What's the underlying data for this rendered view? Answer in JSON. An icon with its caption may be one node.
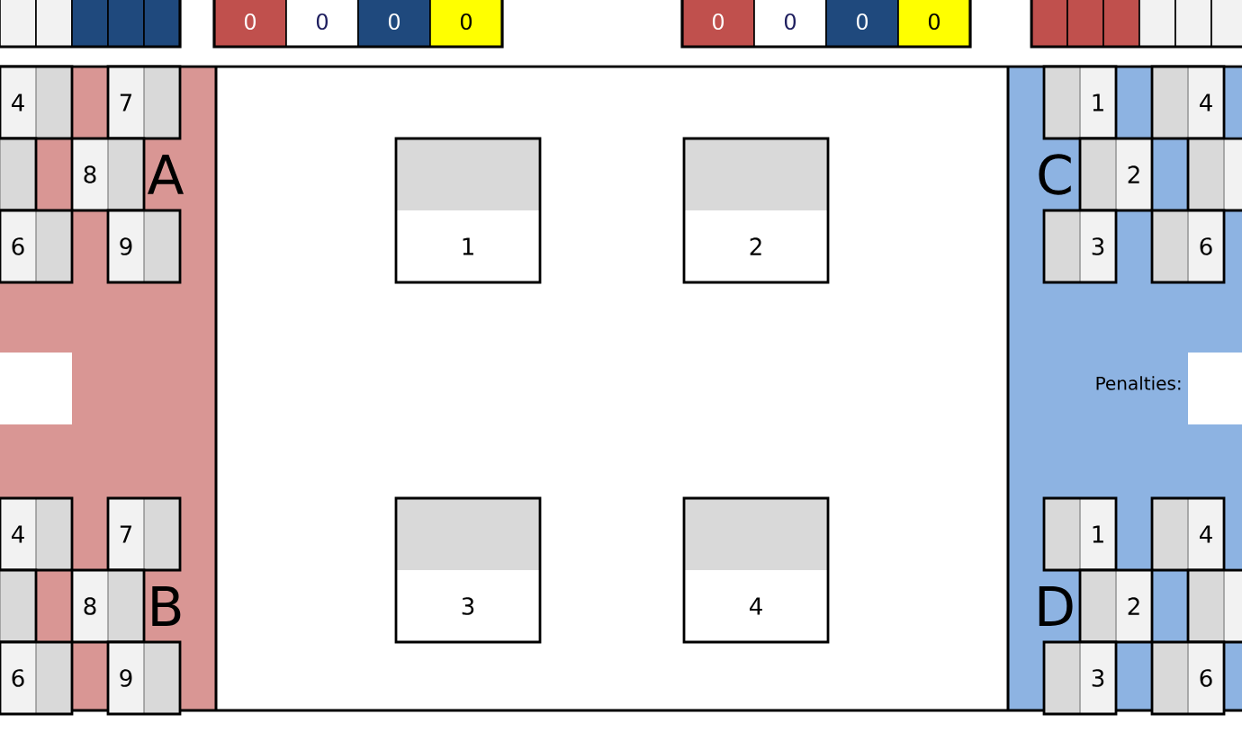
{
  "diagram": {
    "nodes": [
      {
        "text": [],
        "shape": "box"
      },
      {
        "text": [],
        "shape": "box"
      },
      {
        "text": [],
        "shape": "box"
      },
      {
        "text": [],
        "shape": "box"
      },
      {
        "text": [],
        "shape": "box"
      },
      {
        "text": [
          "0"
        ]
      },
      {
        "text": [
          "0"
        ]
      },
      {
        "text": [
          "0"
        ]
      },
      {
        "text": [
          "0"
        ]
      },
      {
        "text": [
          "0"
        ]
      },
      {
        "text": [
          "0"
        ]
      },
      {
        "text": [
          "0"
        ]
      },
      {
        "text": [
          "0"
        ]
      },
      {
        "text": [],
        "shape": "box"
      },
      {
        "text": [],
        "shape": "box"
      },
      {
        "text": [],
        "shape": "box"
      },
      {
        "text": [],
        "shape": "box"
      },
      {
        "text": [],
        "shape": "box"
      },
      {
        "text": [],
        "shape": "box"
      },
      {
        "text": [
          "4"
        ]
      },
      {
        "text": [
          "7"
        ]
      },
      {
        "text": [],
        "shape": "box"
      },
      {
        "text": [
          "8"
        ]
      },
      {
        "text": [
          "6"
        ]
      },
      {
        "text": [
          "9"
        ]
      },
      {
        "text": [],
        "shape": "box"
      },
      {
        "text": [
          "1"
        ]
      },
      {
        "text": [
          "2"
        ]
      },
      {
        "text": [
          "1"
        ]
      },
      {
        "text": [
          "4"
        ]
      },
      {
        "text": [
          "2"
        ]
      },
      {
        "text": [],
        "shape": "box"
      },
      {
        "text": [
          "3"
        ]
      },
      {
        "text": [
          "6"
        ]
      },
      {
        "text": [],
        "shape": "box",
        "beside": [
          "Penalties:"
        ]
      },
      {
        "text": [
          "4"
        ]
      },
      {
        "text": [
          "7"
        ]
      },
      {
        "text": [],
        "shape": "box"
      },
      {
        "text": [
          "8"
        ]
      },
      {
        "text": [
          "6"
        ]
      },
      {
        "text": [
          "9"
        ]
      },
      {
        "text": [
          "3"
        ]
      },
      {
        "text": [
          "4"
        ]
      },
      {
        "text": [
          "1"
        ]
      },
      {
        "text": [
          "4"
        ]
      },
      {
        "text": [
          "2"
        ]
      },
      {
        "text": [],
        "shape": "box"
      },
      {
        "text": [
          "3"
        ]
      },
      {
        "text": [
          "6"
        ]
      }
    ],
    "labels": [
      "A",
      "C",
      "B",
      "D"
    ]
  }
}
